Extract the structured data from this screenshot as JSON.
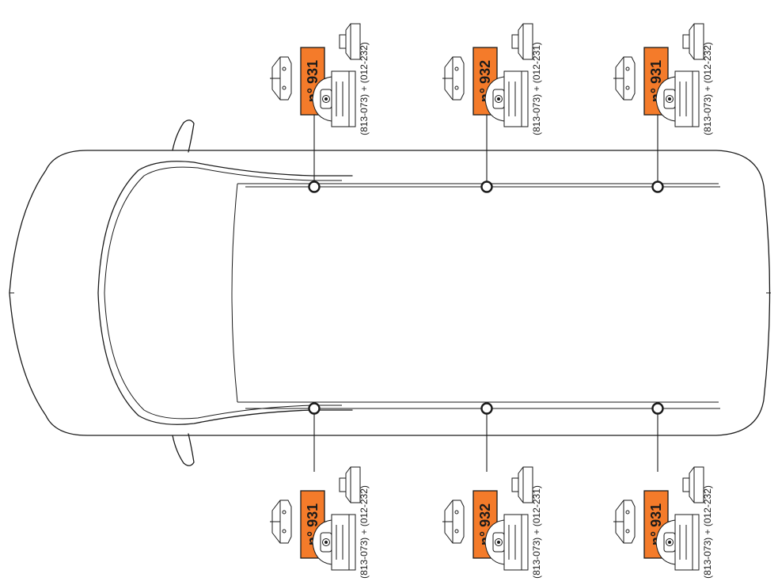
{
  "colors": {
    "badge": "#f47b2a",
    "line": "#1a1a1a",
    "background": "#ffffff"
  },
  "vehicle": {
    "view": "top-view-van-outline"
  },
  "mounts": [
    {
      "id": "top-front",
      "row": "top",
      "column": "front",
      "badge": "n° 931",
      "parts": "(813-073) + (012-232)"
    },
    {
      "id": "top-middle",
      "row": "top",
      "column": "middle",
      "badge": "n° 932",
      "parts": "(813-073) + (012-231)"
    },
    {
      "id": "top-rear",
      "row": "top",
      "column": "rear",
      "badge": "n° 931",
      "parts": "(813-073) + (012-232)"
    },
    {
      "id": "bottom-front",
      "row": "bottom",
      "column": "front",
      "badge": "n° 931",
      "parts": "(813-073) + (012-232)"
    },
    {
      "id": "bottom-middle",
      "row": "bottom",
      "column": "middle",
      "badge": "n° 932",
      "parts": "(813-073) + (012-231)"
    },
    {
      "id": "bottom-rear",
      "row": "bottom",
      "column": "rear",
      "badge": "n° 931",
      "parts": "(813-073) + (012-232)"
    }
  ]
}
